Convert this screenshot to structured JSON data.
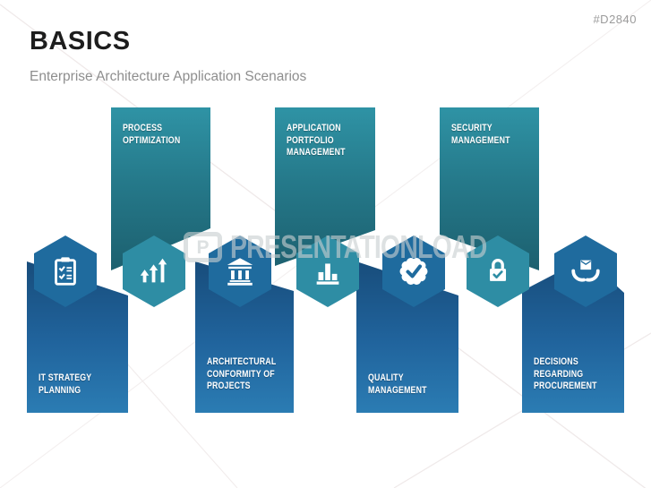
{
  "slide_id": "#D2840",
  "header": {
    "title": "BASICS",
    "subtitle": "Enterprise Architecture Application Scenarios"
  },
  "watermark": {
    "logo_letter": "P",
    "text": "PRESENTATIONLOAD"
  },
  "colors": {
    "hex_blue": "#1f6b9e",
    "hex_teal": "#2e8da4",
    "banner_blue_top": "#174a77",
    "banner_blue_bottom": "#2b7cb3",
    "banner_teal_top": "#2f93a5",
    "banner_teal_bottom": "#1c5f6e",
    "label_text": "#ffffff"
  },
  "scenarios": [
    {
      "label": "IT STRATEGY\nPLANNING",
      "icon": "clipboard-checklist-icon",
      "direction": "down",
      "color": "blue"
    },
    {
      "label": "PROCESS\nOPTIMIZATION",
      "icon": "growth-arrows-icon",
      "direction": "up",
      "color": "teal"
    },
    {
      "label": "ARCHITECTURAL\nCONFORMITY OF\nPROJECTS",
      "icon": "bank-icon",
      "direction": "down",
      "color": "blue"
    },
    {
      "label": "APPLICATION\nPORTFOLIO\nMANAGEMENT",
      "icon": "bar-chart-icon",
      "direction": "up",
      "color": "teal"
    },
    {
      "label": "QUALITY\nMANAGEMENT",
      "icon": "badge-check-icon",
      "direction": "down",
      "color": "blue"
    },
    {
      "label": "SECURITY\nMANAGEMENT",
      "icon": "lock-check-icon",
      "direction": "up",
      "color": "teal"
    },
    {
      "label": "DECISIONS\nREGARDING\nPROCUREMENT",
      "icon": "hands-box-icon",
      "direction": "down",
      "color": "blue"
    }
  ]
}
